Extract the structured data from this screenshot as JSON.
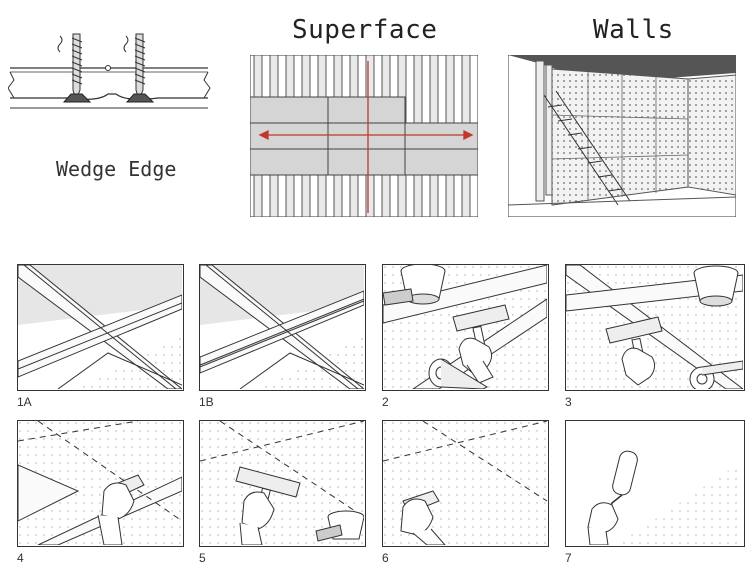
{
  "top": {
    "wedge_caption": "Wedge Edge",
    "superface_title": "Superface",
    "walls_title": "Walls"
  },
  "steps": [
    {
      "label": "1A"
    },
    {
      "label": "1B"
    },
    {
      "label": "2"
    },
    {
      "label": "3"
    },
    {
      "label": "4"
    },
    {
      "label": "5"
    },
    {
      "label": "6"
    },
    {
      "label": "7"
    }
  ],
  "colors": {
    "arrow": "#c0392b",
    "board": "#d8d8d8",
    "line": "#333333"
  }
}
